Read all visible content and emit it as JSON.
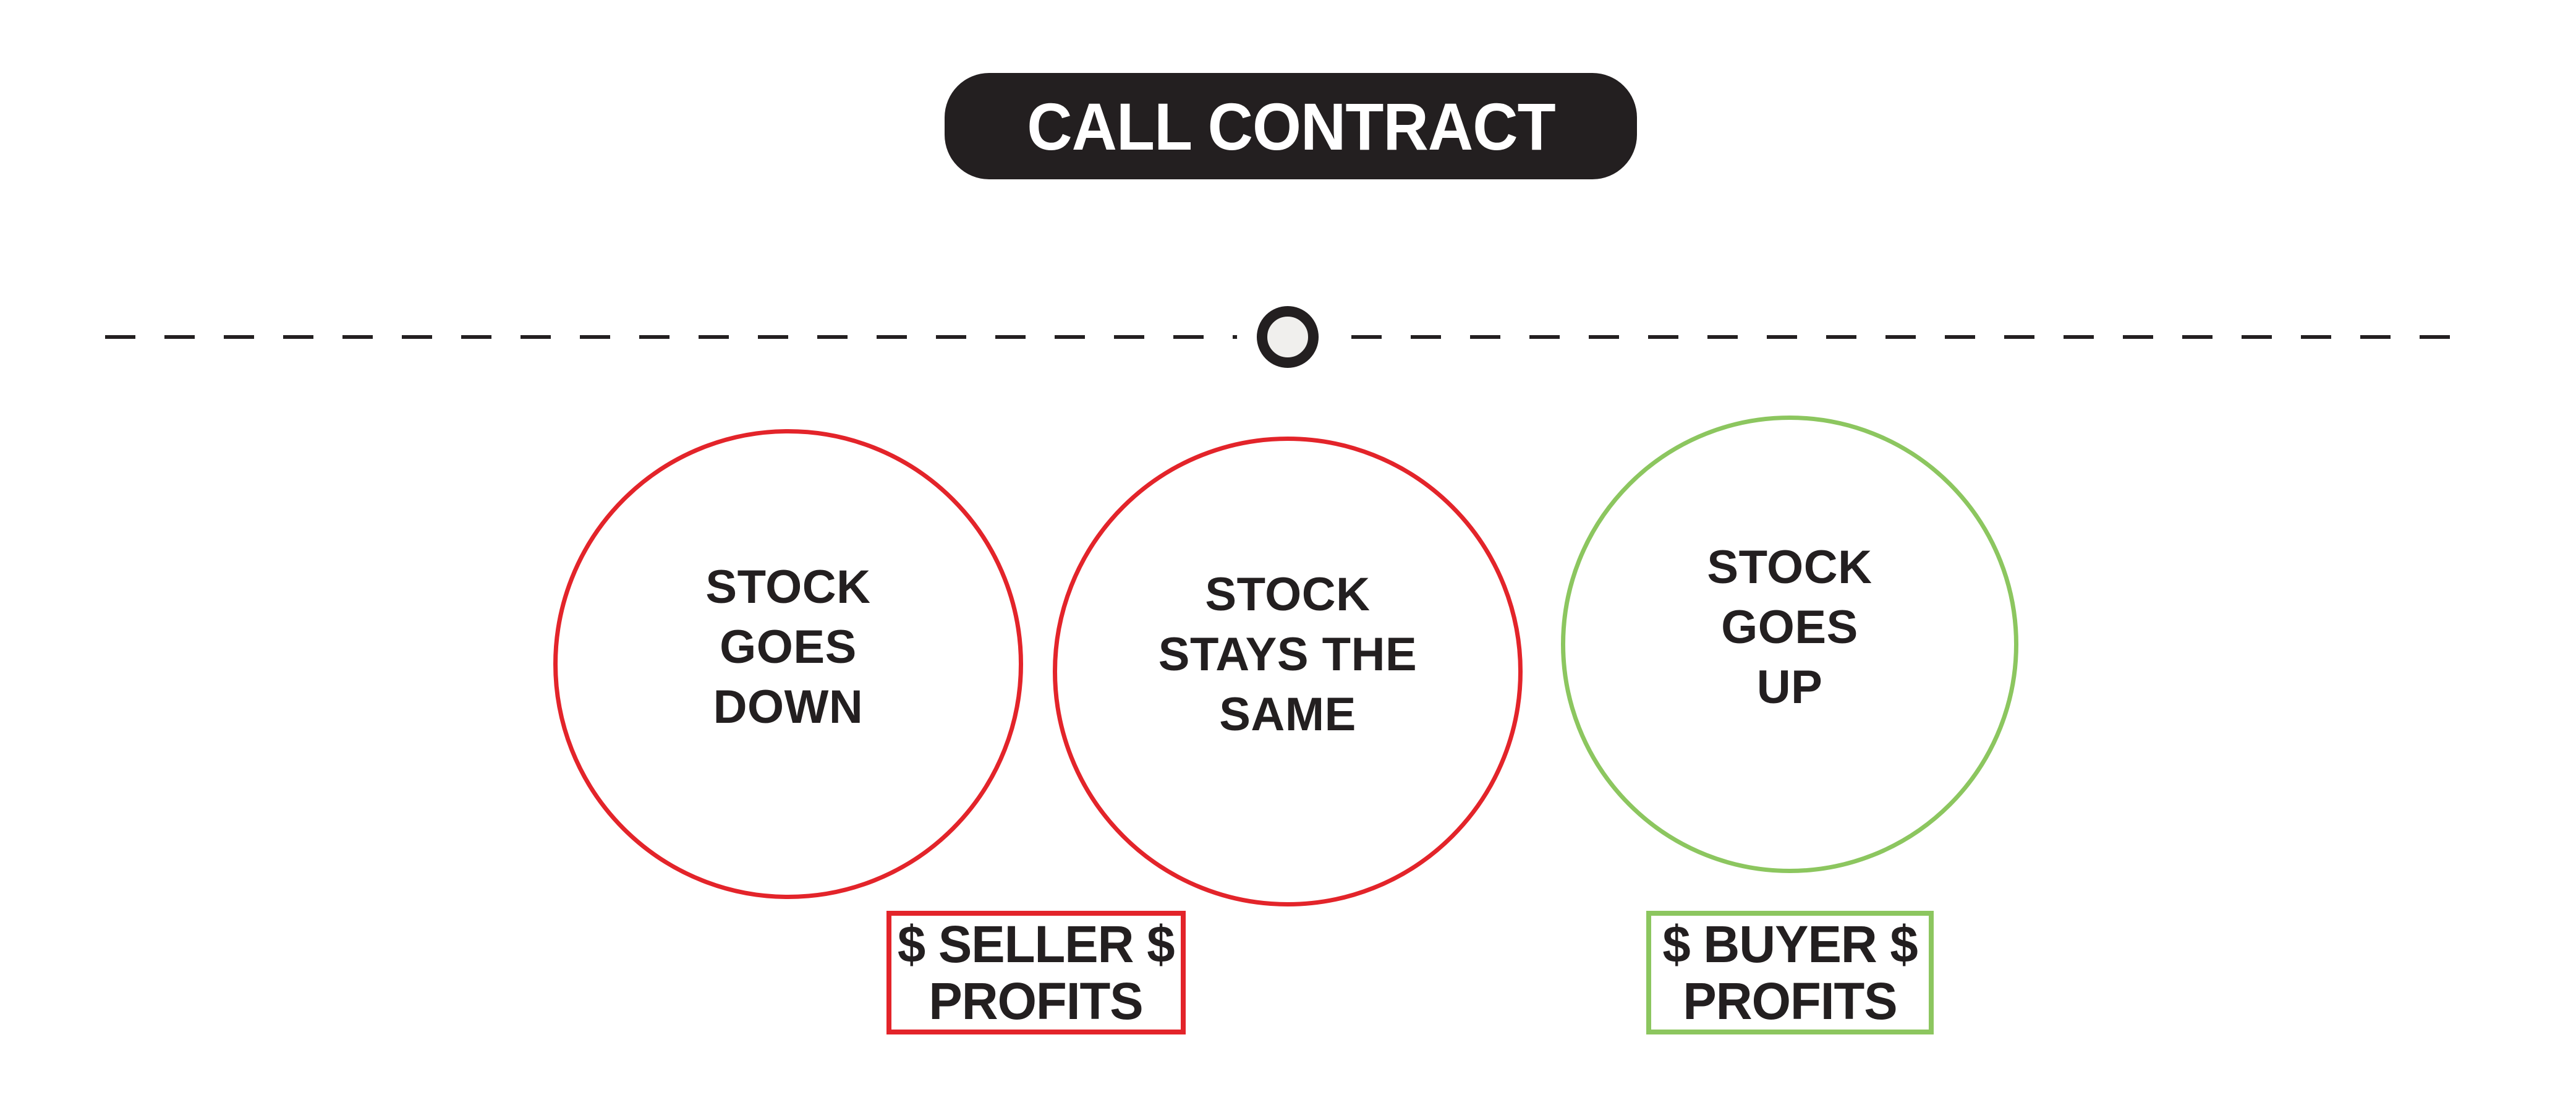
{
  "title": {
    "label": "CALL CONTRACT",
    "background": "#231f20",
    "text_color": "#ffffff"
  },
  "divider": {
    "line_color": "#231f20",
    "knot_ring_color": "#231f20",
    "knot_fill": "#f0efed"
  },
  "scenarios": [
    {
      "name": "stock-goes-down",
      "outline_color": "#e3242a",
      "lines": [
        "STOCK",
        "GOES",
        "DOWN"
      ]
    },
    {
      "name": "stock-stays-the-same",
      "outline_color": "#e3242a",
      "lines": [
        "STOCK",
        "STAYS THE",
        "SAME"
      ]
    },
    {
      "name": "stock-goes-up",
      "outline_color": "#8cc65f",
      "lines": [
        "STOCK",
        "GOES",
        "UP"
      ]
    }
  ],
  "outcomes": [
    {
      "name": "seller-profits",
      "border_color": "#e3242a",
      "lines": [
        "$ SELLER $",
        "PROFITS"
      ]
    },
    {
      "name": "buyer-profits",
      "border_color": "#8cc65f",
      "lines": [
        "$ BUYER $",
        "PROFITS"
      ]
    }
  ],
  "ink_color": "#231f20",
  "background_color": "#ffffff"
}
